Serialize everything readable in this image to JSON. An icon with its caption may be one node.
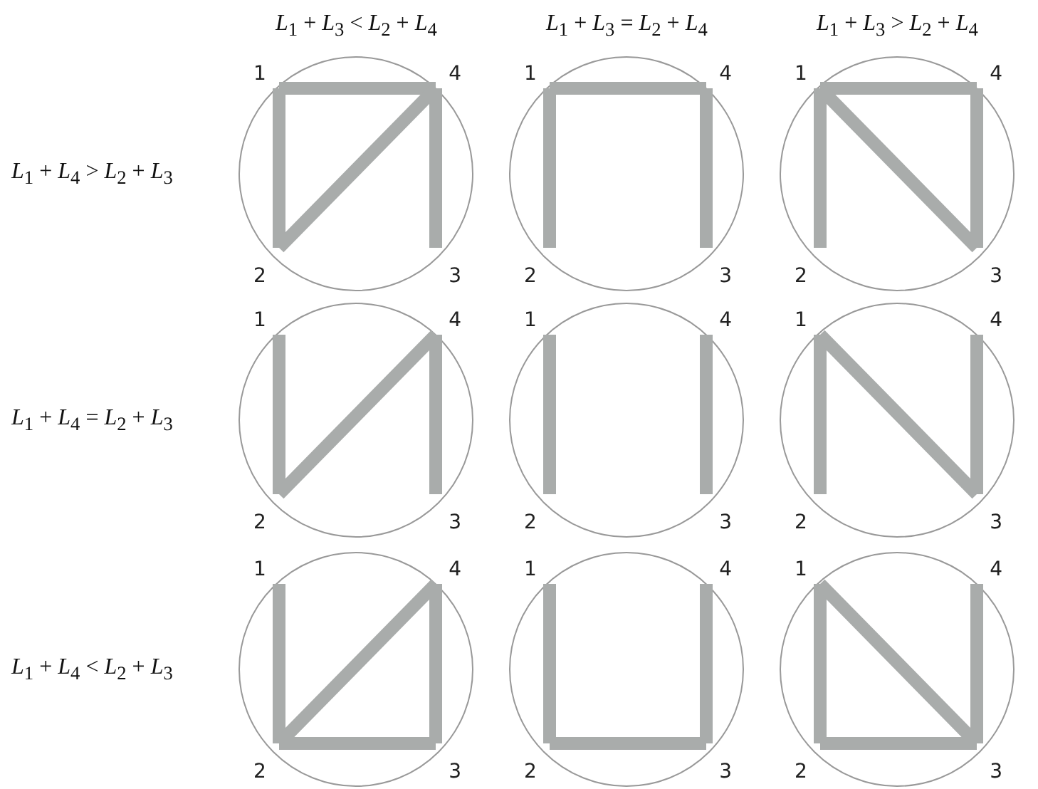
{
  "diagram": {
    "nodes": [
      {
        "text": [
          "1"
        ]
      },
      {
        "text": [
          "4"
        ]
      },
      {
        "text": [
          "2"
        ]
      },
      {
        "text": [
          "3"
        ]
      },
      {
        "text": [
          "1"
        ]
      },
      {
        "text": [
          "4"
        ]
      },
      {
        "text": [
          "2"
        ]
      },
      {
        "text": [
          "3"
        ]
      },
      {
        "text": [
          "1"
        ]
      },
      {
        "text": [
          "4"
        ]
      },
      {
        "text": [
          "2"
        ]
      },
      {
        "text": [
          "3"
        ]
      },
      {
        "text": [
          "1"
        ]
      },
      {
        "text": [
          "4"
        ]
      },
      {
        "text": [
          "2"
        ]
      },
      {
        "text": [
          "3"
        ]
      },
      {
        "text": [
          "1"
        ]
      },
      {
        "text": [
          "4"
        ]
      },
      {
        "text": [
          "2"
        ]
      },
      {
        "text": [
          "3"
        ]
      },
      {
        "text": [
          "1"
        ]
      },
      {
        "text": [
          "4"
        ]
      },
      {
        "text": [
          "2"
        ]
      },
      {
        "text": [
          "3"
        ]
      },
      {
        "text": [
          "1"
        ]
      },
      {
        "text": [
          "4"
        ]
      },
      {
        "text": [
          "2"
        ]
      },
      {
        "text": [
          "3"
        ]
      },
      {
        "text": [
          "1"
        ]
      },
      {
        "text": [
          "4"
        ]
      },
      {
        "text": [
          "2"
        ]
      },
      {
        "text": [
          "3"
        ]
      },
      {
        "text": [
          "1"
        ]
      },
      {
        "text": [
          "4"
        ]
      },
      {
        "text": [
          "2"
        ]
      },
      {
        "text": [
          "3"
        ]
      }
    ],
    "edges": [
      {
        "from": 0,
        "to": 1,
        "arrow": "none"
      },
      {
        "from": 0,
        "to": 2,
        "arrow": "none"
      },
      {
        "from": 2,
        "to": 1,
        "arrow": "none"
      },
      {
        "from": 1,
        "to": 3,
        "arrow": "none"
      },
      {
        "from": 4,
        "to": 5,
        "arrow": "none"
      },
      {
        "from": 4,
        "to": 6,
        "arrow": "none"
      },
      {
        "from": 5,
        "to": 7,
        "arrow": "none"
      },
      {
        "from": 8,
        "to": 9,
        "arrow": "none"
      },
      {
        "from": 8,
        "to": 10,
        "arrow": "none"
      },
      {
        "from": 8,
        "to": 11,
        "arrow": "none"
      },
      {
        "from": 9,
        "to": 11,
        "arrow": "none"
      },
      {
        "from": 12,
        "to": 14,
        "arrow": "none"
      },
      {
        "from": 14,
        "to": 13,
        "arrow": "none"
      },
      {
        "from": 13,
        "to": 15,
        "arrow": "none"
      },
      {
        "from": 16,
        "to": 18,
        "arrow": "none"
      },
      {
        "from": 17,
        "to": 19,
        "arrow": "none"
      },
      {
        "from": 20,
        "to": 22,
        "arrow": "none"
      },
      {
        "from": 20,
        "to": 23,
        "arrow": "none"
      },
      {
        "from": 21,
        "to": 23,
        "arrow": "none"
      },
      {
        "from": 24,
        "to": 26,
        "arrow": "none"
      },
      {
        "from": 26,
        "to": 25,
        "arrow": "none"
      },
      {
        "from": 25,
        "to": 27,
        "arrow": "none"
      },
      {
        "from": 26,
        "to": 27,
        "arrow": "none"
      },
      {
        "from": 28,
        "to": 30,
        "arrow": "none"
      },
      {
        "from": 29,
        "to": 31,
        "arrow": "none"
      },
      {
        "from": 30,
        "to": 31,
        "arrow": "none"
      },
      {
        "from": 32,
        "to": 34,
        "arrow": "none"
      },
      {
        "from": 32,
        "to": 35,
        "arrow": "none"
      },
      {
        "from": 33,
        "to": 35,
        "arrow": "none"
      },
      {
        "from": 34,
        "to": 35,
        "arrow": "none"
      }
    ],
    "labels": [
      "*L*$_{1}$ + *L*$_{3}$ < *L*$_{2}$ + *L*$_{4}$",
      "*L*$_{1}$ + *L*$_{3}$ = *L*$_{2}$ + *L*$_{4}$",
      "*L*$_{1}$ + *L*$_{3}$ > *L*$_{2}$ + *L*$_{4}$",
      "*L*$_{1}$ + *L*$_{4}$ > *L*$_{2}$ + *L*$_{3}$",
      "*L*$_{1}$ + *L*$_{4}$ = *L*$_{2}$ + *L*$_{3}$",
      "*L*$_{1}$ + *L*$_{4}$ < *L*$_{2}$ + *L*$_{3}$"
    ]
  }
}
